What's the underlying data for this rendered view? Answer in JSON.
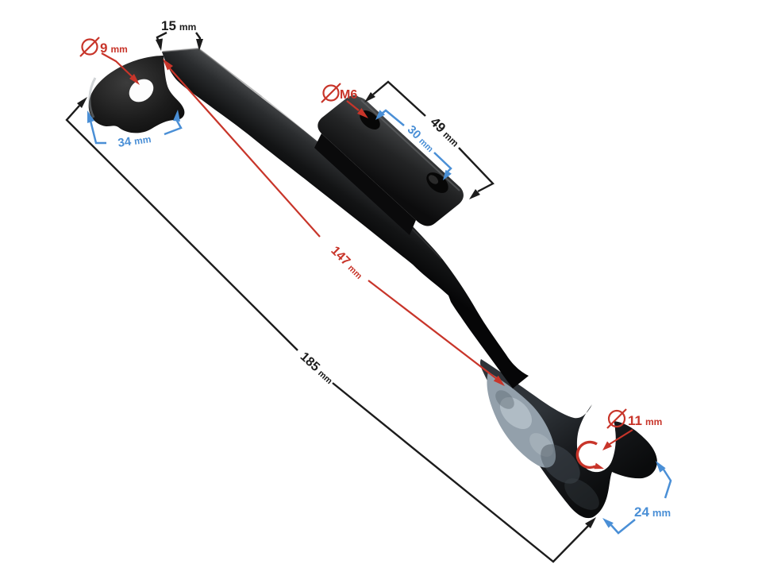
{
  "image": {
    "background": "#ffffff",
    "subject": "Black stamped-steel bracket with eyelet, M6 mounting plate and forked end, annotated with dimension callouts"
  },
  "colors": {
    "dimension_black": "#1c1c1c",
    "dimension_red": "#c8352a",
    "dimension_blue": "#4a8fd6",
    "part_black": "#141414",
    "bare_metal": "#93a0ab"
  },
  "annotations": {
    "width_15": {
      "value": "15",
      "unit": "mm"
    },
    "hole_9": {
      "symbol": "Ø",
      "value": "9",
      "unit": "mm"
    },
    "width_34": {
      "value": "34",
      "unit": "mm"
    },
    "thread_m6": {
      "symbol": "Ø",
      "value": "M6"
    },
    "plate_49": {
      "value": "49",
      "unit": "mm"
    },
    "holes_30": {
      "value": "30",
      "unit": "mm"
    },
    "length_147": {
      "value": "147",
      "unit": "mm"
    },
    "length_185": {
      "value": "185",
      "unit": "mm"
    },
    "slot_11": {
      "symbol": "Ø",
      "value": "11",
      "unit": "mm"
    },
    "fork_24": {
      "value": "24",
      "unit": "mm"
    }
  }
}
